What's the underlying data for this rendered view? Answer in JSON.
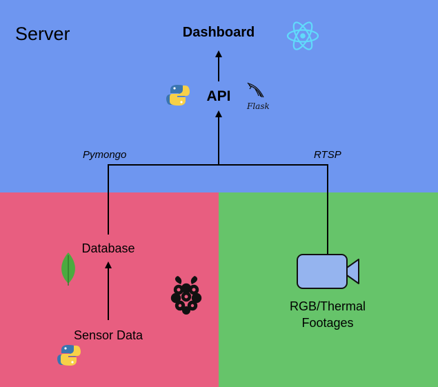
{
  "server": {
    "title": "Server"
  },
  "nodes": {
    "dashboard": "Dashboard",
    "api": "API",
    "database": "Database",
    "sensor_data": "Sensor Data",
    "footage_line1": "RGB/Thermal",
    "footage_line2": "Footages"
  },
  "connections": {
    "pymongo": "Pymongo",
    "rtsp": "RTSP"
  },
  "logos": {
    "flask_text": "Flask",
    "react": "react-icon",
    "python": "python-icon",
    "mongodb": "mongodb-leaf-icon",
    "raspberry_pi": "raspberry-pi-icon",
    "camera": "video-camera-icon"
  },
  "colors": {
    "server_bg": "#6e96f0",
    "edge_bg": "#e85e80",
    "camera_bg": "#66c46a",
    "camera_fill": "#95b4ef",
    "react_blue": "#61dafb",
    "python_blue": "#3a75b0",
    "python_yellow": "#f7d048",
    "mongo_green": "#4caa3f"
  }
}
